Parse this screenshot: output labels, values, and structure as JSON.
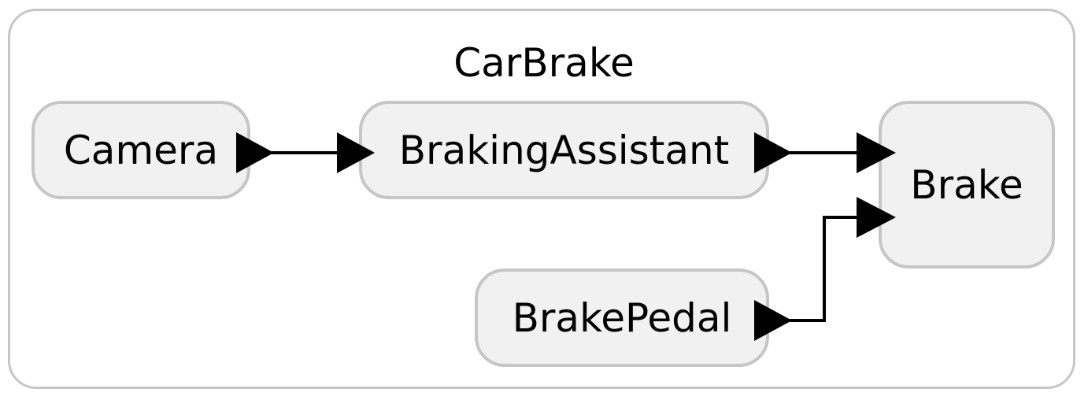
{
  "diagram": {
    "container": {
      "title": "CarBrake"
    },
    "nodes": [
      {
        "id": "camera",
        "label": "Camera"
      },
      {
        "id": "assistant",
        "label": "BrakingAssistant"
      },
      {
        "id": "brake",
        "label": "Brake"
      },
      {
        "id": "pedal",
        "label": "BrakePedal"
      }
    ],
    "edges": [
      {
        "from": "camera",
        "to": "assistant"
      },
      {
        "from": "assistant",
        "to": "brake"
      },
      {
        "from": "pedal",
        "to": "brake"
      }
    ],
    "colors": {
      "node_fill": "#f1f1f1",
      "node_border": "#c6c6c6",
      "frame_border": "#c6c6c6",
      "edge": "#000000"
    }
  }
}
